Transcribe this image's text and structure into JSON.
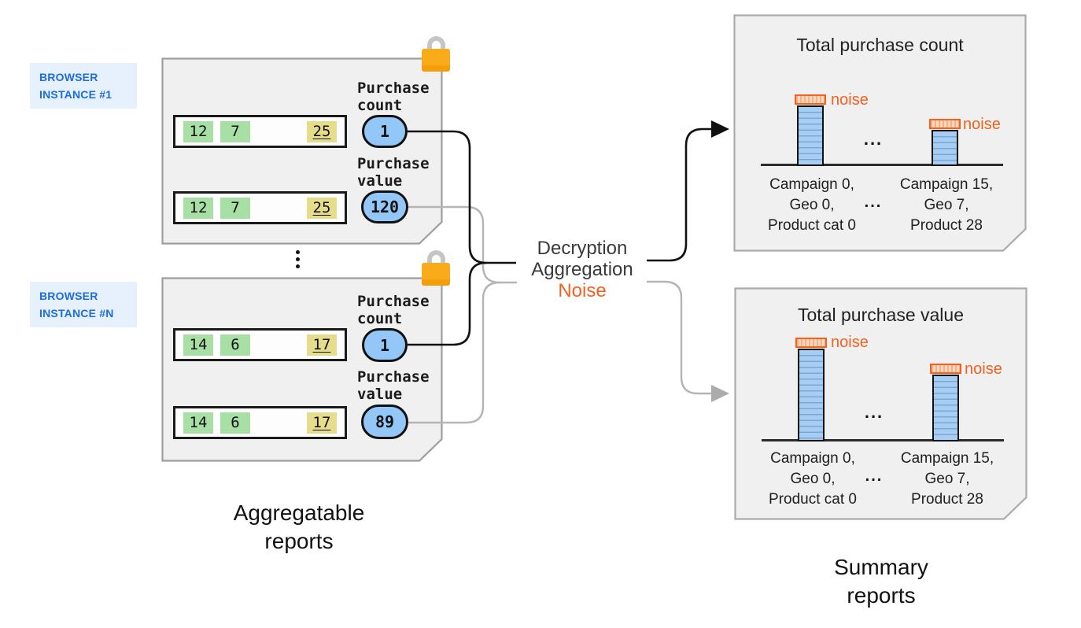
{
  "instances": [
    {
      "name": [
        "BROWSER",
        "INSTANCE #1"
      ],
      "rows": [
        {
          "chips": [
            "12",
            "7",
            "25"
          ]
        },
        {
          "chips": [
            "12",
            "7",
            "25"
          ]
        }
      ],
      "metrics": [
        {
          "label": [
            "Purchase",
            "count"
          ],
          "value": "1"
        },
        {
          "label": [
            "Purchase",
            "value"
          ],
          "value": "120"
        }
      ]
    },
    {
      "name": [
        "BROWSER",
        "INSTANCE #N"
      ],
      "rows": [
        {
          "chips": [
            "14",
            "6",
            "17"
          ]
        },
        {
          "chips": [
            "14",
            "6",
            "17"
          ]
        }
      ],
      "metrics": [
        {
          "label": [
            "Purchase",
            "count"
          ],
          "value": "1"
        },
        {
          "label": [
            "Purchase",
            "value"
          ],
          "value": "89"
        }
      ]
    }
  ],
  "center": {
    "lines": [
      "Decryption",
      "Aggregation",
      "Noise"
    ]
  },
  "captions": {
    "aggregatable": [
      "Aggregatable",
      "reports"
    ],
    "summary": [
      "Summary",
      "reports"
    ]
  },
  "summaries": [
    {
      "title": "Total purchase count",
      "separator": "...",
      "bars": [
        {
          "noise_label": "noise",
          "height": 77,
          "xlabel": [
            "Campaign 0,",
            "Geo 0,",
            "Product cat 0"
          ]
        },
        {
          "noise_label": "noise",
          "height": 46,
          "xlabel": [
            "Campaign 15,",
            "Geo 7,",
            "Product 28"
          ]
        }
      ]
    },
    {
      "title": "Total purchase value",
      "separator": "...",
      "bars": [
        {
          "noise_label": "noise",
          "height": 118,
          "xlabel": [
            "Campaign 0,",
            "Geo 0,",
            "Product cat 0"
          ]
        },
        {
          "noise_label": "noise",
          "height": 85,
          "xlabel": [
            "Campaign 15,",
            "Geo 7,",
            "Product 28"
          ]
        }
      ]
    }
  ],
  "icons": {
    "lock": "padlock",
    "vertical_ellipsis": "⋮",
    "arrow": "right-arrow"
  },
  "palette": {
    "label_blue_text": "#1A6DE3",
    "label_blue_bg": "#E7F0FD",
    "chip_green": "#A8DFA5",
    "chip_yellow": "#E5DC8C",
    "circle_blue": "#92C7F7",
    "bar_blue": "#A6CEF5",
    "noise_orange": "#F4601E",
    "lock_orange": "#FAAB19",
    "box_fill": "#F0F0F0",
    "box_border": "#9E9E9E",
    "gray_connector": "#B5B5B5",
    "black_connector": "#111111"
  }
}
